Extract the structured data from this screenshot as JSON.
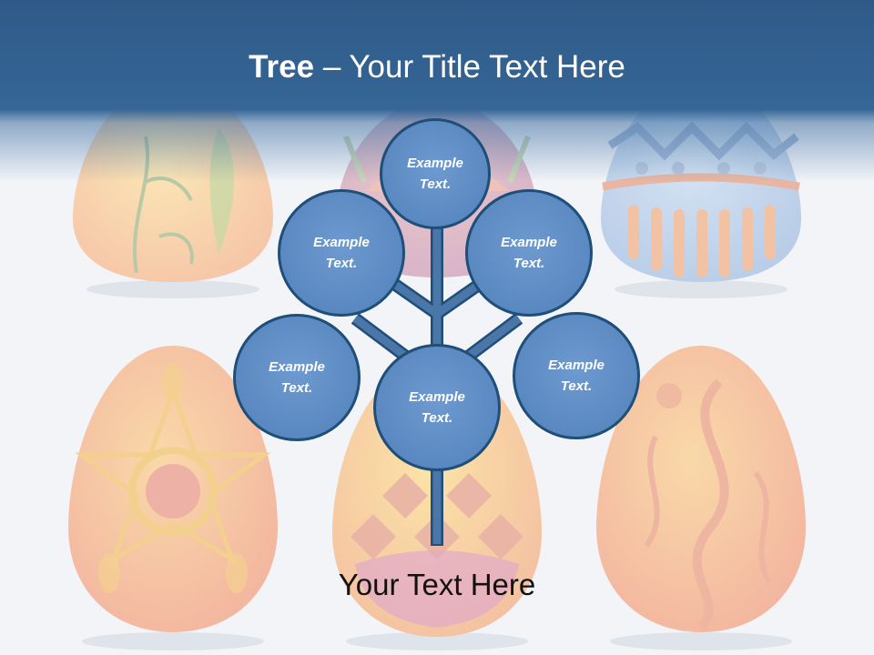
{
  "title": {
    "bold": "Tree",
    "separator": " – ",
    "rest": "Your Title Text Here"
  },
  "nodes": [
    {
      "id": "top",
      "line1": "Example",
      "line2": "Text."
    },
    {
      "id": "upper-left",
      "line1": "Example",
      "line2": "Text."
    },
    {
      "id": "upper-right",
      "line1": "Example",
      "line2": "Text."
    },
    {
      "id": "lower-left",
      "line1": "Example",
      "line2": "Text."
    },
    {
      "id": "center",
      "line1": "Example",
      "line2": "Text."
    },
    {
      "id": "lower-right",
      "line1": "Example",
      "line2": "Text."
    }
  ],
  "caption": "Your Text Here",
  "colors": {
    "header": "#356696",
    "node_fill": "#5a88c0",
    "node_border": "#1f4e79",
    "trunk": "#4a76a8",
    "background": "#f2f4f8"
  }
}
